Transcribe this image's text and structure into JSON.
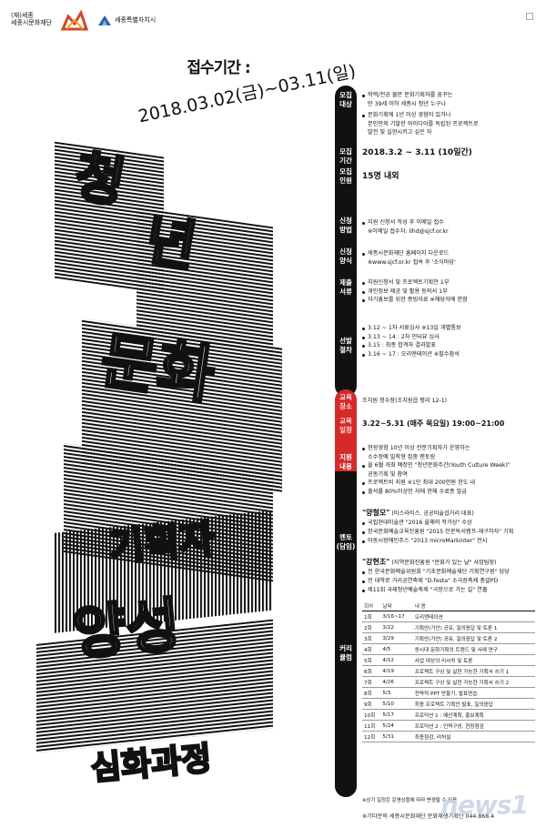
{
  "header": {
    "foundation_small": "(재)세종",
    "foundation_name": "세종시문화재단",
    "city_name": "세종특별자치시"
  },
  "period": {
    "label": "접수기간 :",
    "dates": "2018.03.02(금)~03.11(일)"
  },
  "title_chars": {
    "c1": "청",
    "c2": "년",
    "c3": "문화",
    "c4": "기획자",
    "c5": "양성",
    "c6": "심화과정"
  },
  "sections": [
    {
      "label": "모집\n대상",
      "lines": [
        "학력/전공 불문 문화기획자를 꿈꾸는",
        "만 39세 이하 세종시 청년 누구나",
        "문화기획에 1년 이상 경험이 있거나",
        "본인만의 기발한 아이디어를 독립된 프로젝트로",
        "발전 및 실현시키고 싶은 자"
      ]
    },
    {
      "label": "모집\n기간",
      "value": "2018.3.2 ~ 3.11 (10일간)"
    },
    {
      "label": "모집\n인원",
      "value": "15명 내외"
    },
    {
      "label": "신청\n방법",
      "lines": [
        "지원 신청서 작성 후 이메일 접수",
        "※이메일 접수처: lihd@sjcf.or.kr"
      ]
    },
    {
      "label": "신청\n양식",
      "lines": [
        "세종시문화재단 홈페이지 다운로드",
        "※www.sjcf.or.kr 접속 후 '소식마당'"
      ]
    },
    {
      "label": "제출\n서류",
      "lines": [
        "지원신청서 및 프로젝트기획안 1부",
        "개인정보 제공 및 활용 동의서 1부",
        "자기홍보를 위한 증빙자료 ※해당자에 한함"
      ]
    },
    {
      "label": "선발\n절차",
      "lines": [
        "3.12 ~ 1차 서류심사 ※13일 개별통보",
        "3.13 ~ 14 : 2차 인터뷰 심사",
        "3.15 : 최종 합격자 결과발표",
        "3.16 ~ 17 : 오리엔테이션 ※필수참석"
      ]
    }
  ],
  "lower": {
    "place_label": "교육\n장소",
    "place": "조치원 청수장(조치원읍 평리 12-1)",
    "time_label": "교육\n일정",
    "time": "3.22~5.31 (매주 목요일) 19:00~21:00",
    "support_label": "지원\n내용",
    "support": [
      "현장경험 10년 이상 전문기획자가 운영하는",
      "소수정예 밀착형 집중 멘토링",
      "올 6월 개최 예정인 \"청년문화주간(Youth Culture Week)\"",
      "공동기획 및 참여",
      "프로젝트비 지원 ※1인 최대 200만원 한도 내",
      "출석률 80%이상인 자에 한해 수료증 발급"
    ],
    "mentor_label": "멘토\n(담임)",
    "mentor1_name": "\"양철모\"",
    "mentor1_org": "(미스라이스, 공공미술섭거리 대표)",
    "mentor1_lines": [
      "국립현대미술관 \"2016 올해의 작가상\" 수상",
      "한국문화예술교육진흥원 \"2015 인문독서캠프-재구하자\" 기획",
      "아동시장애인주스 \"2013 microMarkinter\" 전시"
    ],
    "mentor2_name": "\"강현조\"",
    "mentor2_org": "(지역문화진흥원 \"문화가 있는 날\" 사업팀장)",
    "mentor2_lines": [
      "전 한국문화예술위원회 \"기초문화예술재단 기획연구원\" 담당",
      "전 대학로 거리공연축제 \"D-festa\" 소극장축제 총괄PD",
      "제11회 국제청년예술축제 \"극장으로 가는 길\" 연출"
    ],
    "curriculum_label": "커리\n큘럼"
  },
  "curriculum": {
    "headers": [
      "회차",
      "날짜",
      "내 용"
    ],
    "rows": [
      [
        "1회",
        "3/16~17",
        "오리엔테이션"
      ],
      [
        "2회",
        "3/22",
        "기획안(가안) 공유, 질의응답 및 토론 1"
      ],
      [
        "3회",
        "3/29",
        "기획안(가안) 공유, 질의응답 및 토론 2"
      ],
      [
        "4회",
        "4/5",
        "동시대 문화기획의 트렌드 및 사례 연구"
      ],
      [
        "5회",
        "4/12",
        "사업 대상의 리서치 및 토론"
      ],
      [
        "6회",
        "4/19",
        "프로젝트 구상 및 실현 가능한 기획서 쓰기 1"
      ],
      [
        "7회",
        "4/26",
        "프로젝트 구상 및 실현 가능한 기획서 쓰기 2"
      ],
      [
        "8회",
        "5/3",
        "전략적 PPT 만들기, 발표연습"
      ],
      [
        "9회",
        "5/10",
        "최종 프로젝트 기획안 발표, 질의응답"
      ],
      [
        "10회",
        "5/17",
        "프로덕션 1 : 예산계획, 홍보계획"
      ],
      [
        "11회",
        "5/24",
        "프로덕션 2 : 인력구성, 현장점검"
      ],
      [
        "12회",
        "5/31",
        "최종점검, 리허설"
      ]
    ],
    "note": "※상기 일정은 운영상황에 따라 변경될 수 있음"
  },
  "footer": {
    "inquiry": "※기타문의 세종시문화재단 문화재생기획단 044.868.4"
  },
  "watermark": "news1"
}
